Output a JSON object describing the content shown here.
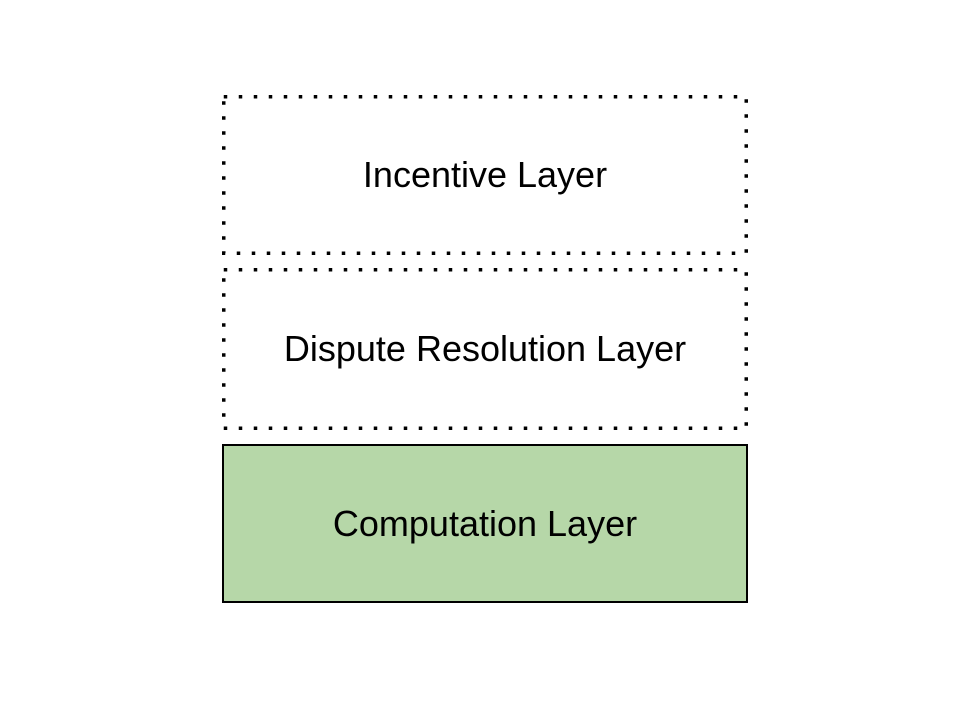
{
  "diagram": {
    "type": "layered-architecture",
    "colors": {
      "background": "#ffffff",
      "border": "#000000",
      "text": "#000000",
      "computation_fill": "#b6d7a8"
    },
    "layers": [
      {
        "label": "Incentive Layer",
        "border_style": "dotted",
        "fill": "#ffffff"
      },
      {
        "label": "Dispute Resolution Layer",
        "border_style": "dotted",
        "fill": "#ffffff"
      },
      {
        "label": "Computation Layer",
        "border_style": "solid",
        "fill": "#b6d7a8"
      }
    ]
  }
}
